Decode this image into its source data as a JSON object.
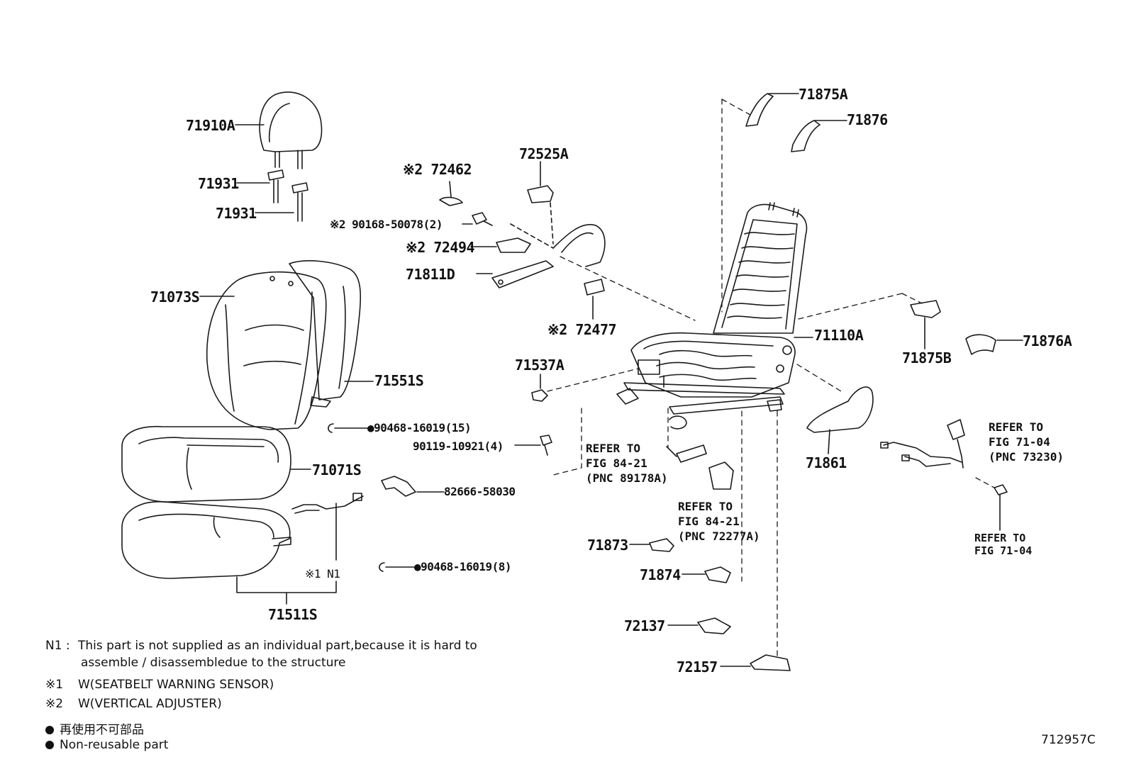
{
  "labels": {
    "p71910A": "71910A",
    "p71931a": "71931",
    "p71931b": "71931",
    "p71073S": "71073S",
    "p71551S": "71551S",
    "p71071S": "71071S",
    "p71511S": "71511S",
    "p72462": "※2 72462",
    "p90168": "※2  90168-50078(2)",
    "p72494": "※2 72494",
    "p71811D": "71811D",
    "p72525A": "72525A",
    "p72477": "※2 72477",
    "p71537A": "71537A",
    "p90468a": "●90468-16019(15)",
    "p90119": "90119-10921(4)",
    "p82666": "82666-58030",
    "pN1": "※1 N1",
    "p90468b": "●90468-16019(8)",
    "p71875A": "71875A",
    "p71876": "71876",
    "p71110A": "71110A",
    "p71875B": "71875B",
    "p71876A": "71876A",
    "p71861": "71861",
    "p71873": "71873",
    "p71874": "71874",
    "p72137": "72137",
    "p72157": "72157"
  },
  "refs": {
    "r1": "REFER TO\nFIG 84-21\n(PNC 89178A)",
    "r2": "REFER TO\nFIG 84-21\n(PNC 72277A)",
    "r3": "REFER TO\nFIG 71-04\n(PNC 73230)",
    "r4": "REFER TO\nFIG 71-04"
  },
  "notes": {
    "n1_key": "N1 :",
    "n1_line1": "This part is not supplied as an individual part,because it is hard to",
    "n1_line2": "assemble / disassembledue to the structure",
    "s1_key": "※1",
    "s1_text": "W(SEATBELT WARNING SENSOR)",
    "s2_key": "※2",
    "s2_text": "W(VERTICAL ADJUSTER)",
    "jp_text": "再使用不可部品",
    "en_text": "Non-reusable part"
  },
  "figure_code": "712957C"
}
